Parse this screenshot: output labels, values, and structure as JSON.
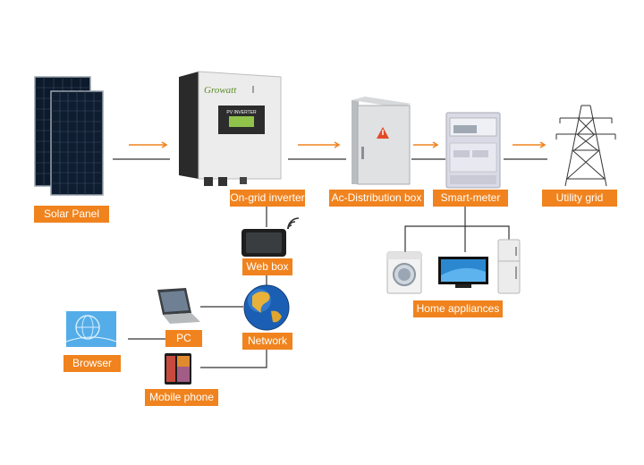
{
  "colors": {
    "label_bg": "#f0831e",
    "label_text": "#ffffff",
    "line": "#333333",
    "arrow": "#f0831e"
  },
  "labels": {
    "solar_panel": "Solar Panel",
    "inverter": "On-grid inverter",
    "ac_box": "Ac-Distribution box",
    "smart_meter": "Smart-meter",
    "utility_grid": "Utility grid",
    "web_box": "Web box",
    "home_appliances": "Home  appliances",
    "network": "Network",
    "pc": "PC",
    "browser": "Browser",
    "mobile_phone": "Mobile phone"
  },
  "devices": {
    "inverter_brand": "Growatt",
    "inverter_screen": "PV INVERTER"
  },
  "icons": [
    "solar-panel-icon",
    "inverter-icon",
    "distribution-box-icon",
    "smart-meter-icon",
    "power-tower-icon",
    "web-box-icon",
    "wifi-icon",
    "washing-machine-icon",
    "tv-icon",
    "refrigerator-icon",
    "globe-icon",
    "laptop-icon",
    "browser-icon",
    "mobile-phone-icon",
    "arrow-icon"
  ]
}
